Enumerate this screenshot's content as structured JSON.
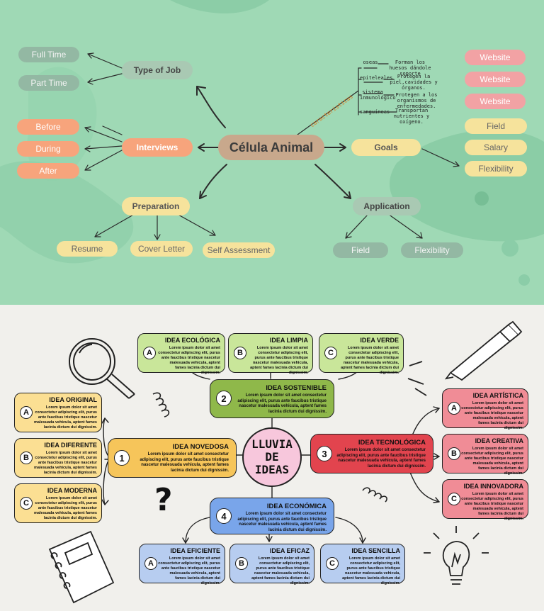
{
  "top": {
    "central": "Célula Animal",
    "type_of_job": {
      "label": "Type of Job",
      "children": [
        "Full Time",
        "Part Time"
      ]
    },
    "interviews": {
      "label": "Interviews",
      "children": [
        "Before",
        "During",
        "After"
      ]
    },
    "preparation": {
      "label": "Preparation",
      "children": [
        "Resume",
        "Cover Letter",
        "Self Assessment"
      ]
    },
    "goals": {
      "label": "Goals",
      "children": [
        "Field",
        "Salary",
        "Flexibility"
      ]
    },
    "application": {
      "label": "Application",
      "children": [
        "Field",
        "Flexibility"
      ]
    },
    "websites": [
      "Website",
      "Website",
      "Website"
    ],
    "caracteristicas": "caracteristicas",
    "cell_types": [
      {
        "name": "oseas",
        "desc": "Forman los huesos dándole soporte"
      },
      {
        "name": "epiteleales",
        "desc": "Protegen la piel,cavidades y órganos."
      },
      {
        "name": "sistema inmunológico",
        "desc": "Protegen a los organismos de enfermedades."
      },
      {
        "name": "sanguíneas",
        "desc": "Transportan nutrientes y oxígeno."
      }
    ]
  },
  "bottom": {
    "center": [
      "LLUVIA",
      "DE",
      "IDEAS"
    ],
    "lorem": "Lorem ipsum dolor sit amet consectetur adipiscing elit, purus ante faucibus tristique nascetur malesuada vehicula, aptent fames lacinia dictum dui dignissim.",
    "mains": [
      {
        "num": "1",
        "title": "IDEA NOVEDOSA"
      },
      {
        "num": "2",
        "title": "IDEA SOSTENIBLE"
      },
      {
        "num": "3",
        "title": "IDEA TECNOLÓGICA"
      },
      {
        "num": "4",
        "title": "IDEA ECONÓMICA"
      }
    ],
    "green_subs": [
      {
        "letter": "A",
        "title": "IDEA  ECOLÓGICA"
      },
      {
        "letter": "B",
        "title": "IDEA LIMPIA"
      },
      {
        "letter": "C",
        "title": "IDEA VERDE"
      }
    ],
    "yellow_subs": [
      {
        "letter": "A",
        "title": "IDEA ORIGINAL"
      },
      {
        "letter": "B",
        "title": "IDEA DIFERENTE"
      },
      {
        "letter": "C",
        "title": "IDEA MODERNA"
      }
    ],
    "red_subs": [
      {
        "letter": "A",
        "title": "IDEA ARTÍSTICA"
      },
      {
        "letter": "B",
        "title": "IDEA CREATIVA"
      },
      {
        "letter": "C",
        "title": "IDEA INNOVADORA"
      }
    ],
    "blue_subs": [
      {
        "letter": "A",
        "title": "IDEA EFICIENTE"
      },
      {
        "letter": "B",
        "title": "IDEA EFICAZ"
      },
      {
        "letter": "C",
        "title": "IDEA SENCILLA"
      }
    ],
    "question": "?",
    "colors": {
      "green": "#c9e69a",
      "green_main": "#8fb84a",
      "yellow": "#fbdf93",
      "yellow_main": "#f6c55a",
      "red": "#f08c96",
      "red_main": "#e2444e",
      "blue": "#b7cdf0",
      "blue_main": "#79a5ea"
    }
  }
}
